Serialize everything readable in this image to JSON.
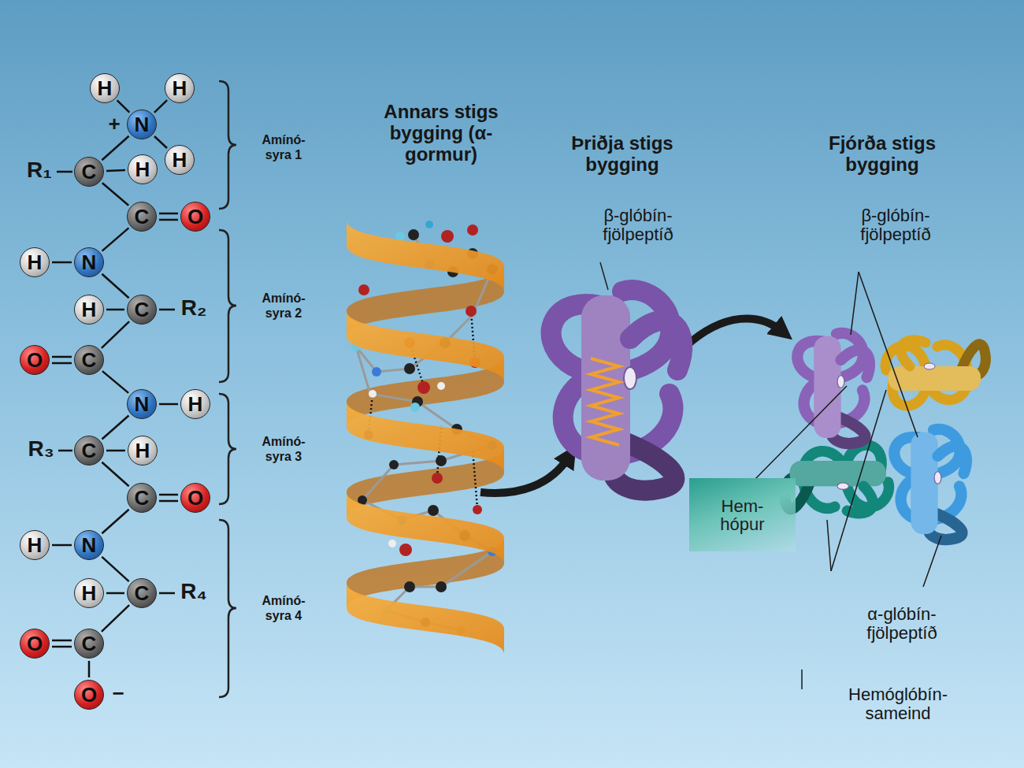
{
  "diagram": {
    "nodes": [
      {
        "text": [
          "H"
        ]
      },
      {
        "text": [
          "H"
        ]
      },
      {
        "text": [
          "N"
        ]
      },
      {
        "text": [
          "H"
        ]
      },
      {
        "text": [
          "C"
        ]
      },
      {
        "text": [
          "H"
        ]
      },
      {
        "text": [
          "C"
        ]
      },
      {
        "text": [
          "O"
        ]
      },
      {
        "text": [
          "H"
        ]
      },
      {
        "text": [
          "N"
        ]
      },
      {
        "text": [
          "H"
        ]
      },
      {
        "text": [
          "C"
        ]
      },
      {
        "text": [
          "O"
        ]
      },
      {
        "text": [
          "C"
        ]
      },
      {
        "text": [
          "N"
        ]
      },
      {
        "text": [
          "H"
        ]
      },
      {
        "text": [
          "C"
        ]
      },
      {
        "text": [
          "H"
        ]
      },
      {
        "text": [
          "C"
        ]
      },
      {
        "text": [
          "O"
        ]
      },
      {
        "text": [
          "H"
        ]
      },
      {
        "text": [
          "N"
        ]
      },
      {
        "text": [
          "H"
        ]
      },
      {
        "text": [
          "C"
        ]
      },
      {
        "text": [
          "O"
        ]
      },
      {
        "text": [
          "C"
        ]
      },
      {
        "text": [
          "O"
        ]
      },
      {
        "text": [
          "Hem- hópur"
        ]
      }
    ],
    "edges": [
      {
        "from": 0,
        "to": 2,
        "arrow": "none"
      },
      {
        "from": 1,
        "to": 2,
        "arrow": "none"
      },
      {
        "from": 2,
        "to": 3,
        "arrow": "none"
      },
      {
        "from": 2,
        "to": 4,
        "arrow": "none"
      },
      {
        "from": 4,
        "to": 5,
        "arrow": "none"
      },
      {
        "from": 4,
        "to": 6,
        "arrow": "none"
      },
      {
        "from": 6,
        "to": 7,
        "arrow": "none"
      },
      {
        "from": 6,
        "to": 9,
        "arrow": "none"
      },
      {
        "from": 8,
        "to": 9,
        "arrow": "none"
      },
      {
        "from": 9,
        "to": 11,
        "arrow": "none"
      },
      {
        "from": 10,
        "to": 11,
        "arrow": "none"
      },
      {
        "from": 11,
        "to": 13,
        "arrow": "none"
      },
      {
        "from": 12,
        "to": 13,
        "arrow": "none"
      },
      {
        "from": 13,
        "to": 14,
        "arrow": "none"
      },
      {
        "from": 14,
        "to": 15,
        "arrow": "none"
      },
      {
        "from": 14,
        "to": 16,
        "arrow": "none"
      },
      {
        "from": 16,
        "to": 17,
        "arrow": "none"
      },
      {
        "from": 16,
        "to": 18,
        "arrow": "none"
      },
      {
        "from": 18,
        "to": 19,
        "arrow": "none"
      },
      {
        "from": 18,
        "to": 21,
        "arrow": "none"
      },
      {
        "from": 20,
        "to": 21,
        "arrow": "none"
      },
      {
        "from": 21,
        "to": 23,
        "arrow": "none"
      },
      {
        "from": 22,
        "to": 23,
        "arrow": "none"
      },
      {
        "from": 23,
        "to": 25,
        "arrow": "none"
      },
      {
        "from": 24,
        "to": 25,
        "arrow": "none"
      },
      {
        "from": 25,
        "to": 26,
        "arrow": "none"
      }
    ],
    "labels": [
      "+",
      "R₁",
      "R₂",
      "R₃",
      "R₄",
      "−",
      "Amínó- syra 1",
      "Amínó- syra 2",
      "Amínó- syra 3",
      "Amínó- syra 4",
      "Annars stigs bygging (α-gormur)",
      "Þriðja stigs bygging",
      "Fjórða stigs bygging",
      "β-glóbín- fjölpeptíð",
      "β-glóbín- fjölpeptíð",
      "α-glóbín- fjölpeptíð",
      "Hemóglóbín- sameind"
    ]
  }
}
